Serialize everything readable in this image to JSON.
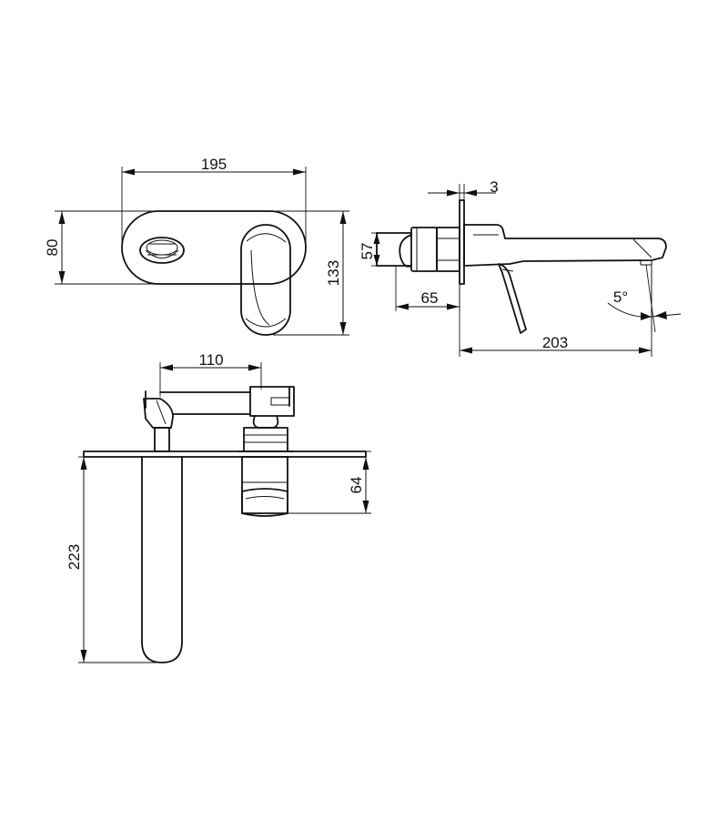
{
  "dimensions": {
    "width_195": "195",
    "height_80": "80",
    "height_133": "133",
    "plate_3": "3",
    "body_57": "57",
    "depth_65": "65",
    "spout_203": "203",
    "angle_5": "5°",
    "span_110": "110",
    "depth_64": "64",
    "length_223": "223"
  }
}
